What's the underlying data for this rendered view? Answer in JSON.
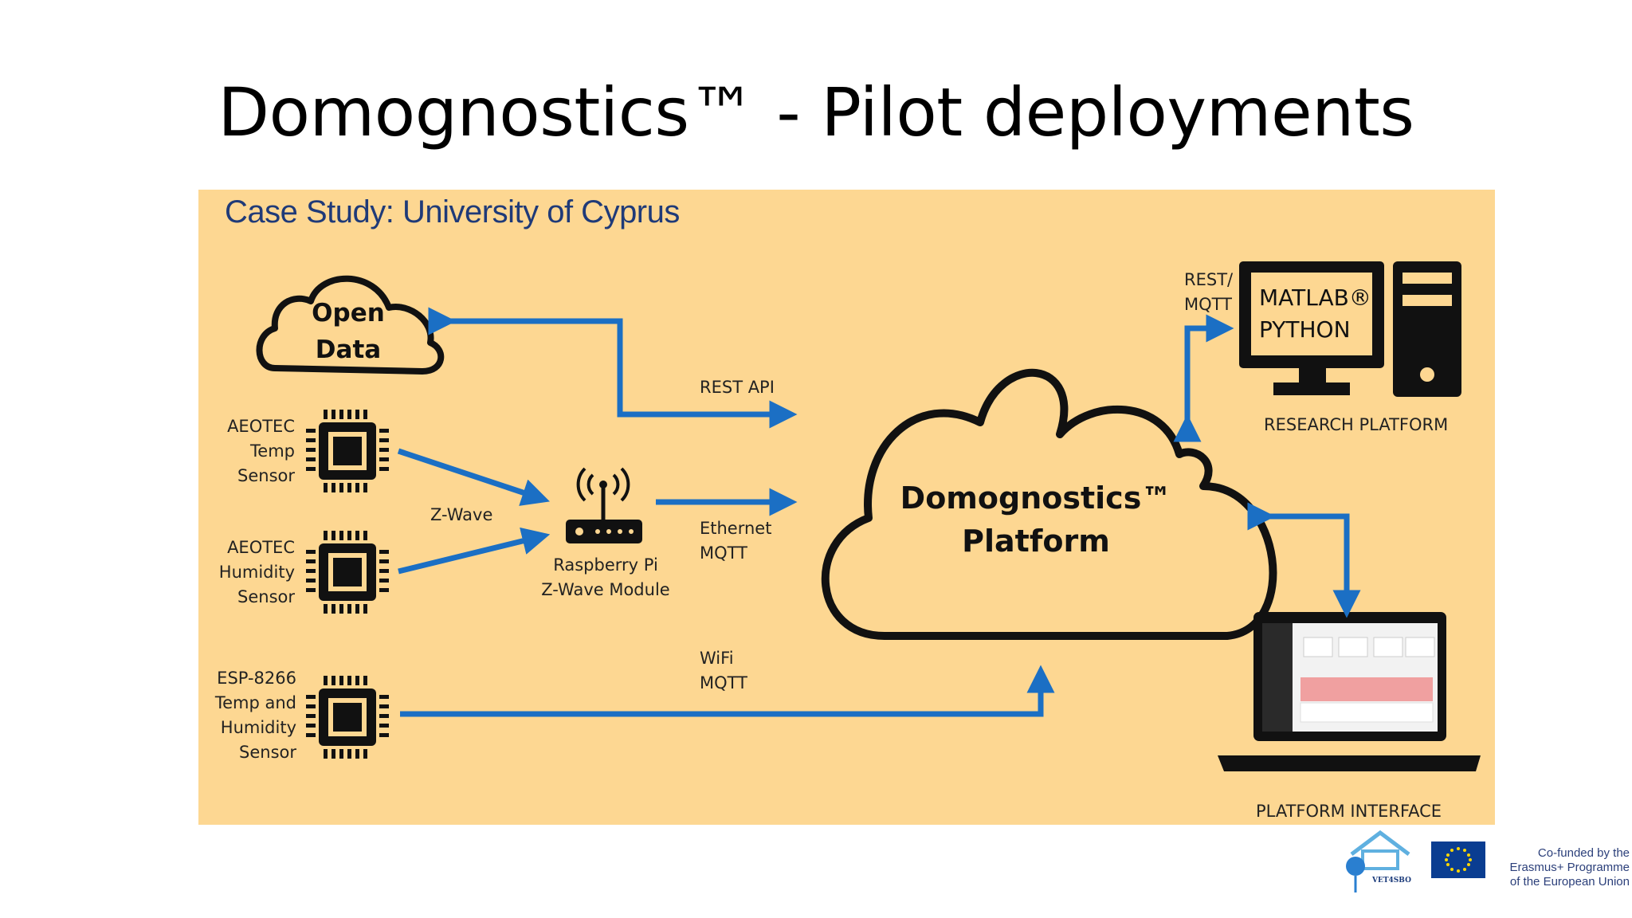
{
  "slide": {
    "title": "Domognostics™ - Pilot deployments"
  },
  "case_study": {
    "title": "Case Study: University of Cyprus"
  },
  "nodes": {
    "open_data": [
      "Open",
      "Data"
    ],
    "platform": [
      "Domognostics™",
      "Platform"
    ],
    "research_platform": "RESEARCH PLATFORM",
    "platform_interface": "PLATFORM INTERFACE",
    "monitor_lines": [
      "MATLAB®",
      "PYTHON"
    ],
    "sensor_1": [
      "AEOTEC",
      "Temp",
      "Sensor"
    ],
    "sensor_2": [
      "AEOTEC",
      "Humidity",
      "Sensor"
    ],
    "sensor_3": [
      "ESP-8266",
      "Temp and",
      "Humidity",
      "Sensor"
    ],
    "raspberry": [
      "Raspberry Pi",
      "Z-Wave Module"
    ]
  },
  "edges": {
    "rest_api": "REST API",
    "z_wave": "Z-Wave",
    "ethernet": [
      "Ethernet",
      "MQTT"
    ],
    "wifi": [
      "WiFi",
      "MQTT"
    ],
    "rest_mqtt": [
      "REST/",
      "MQTT"
    ]
  },
  "footer": {
    "cofunded": [
      "Co-funded by the",
      "Erasmus+ Programme",
      "of the European Union"
    ],
    "logo_text": "VET4SBO"
  },
  "colors": {
    "panel": "#fdd792",
    "arrow": "#1b6fc4",
    "title_blue": "#1f3a78",
    "eu_blue": "#0a3d91",
    "eu_star": "#ffd700"
  }
}
